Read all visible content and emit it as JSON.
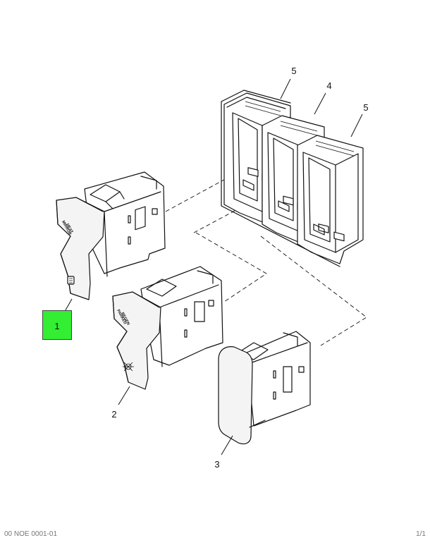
{
  "callouts": {
    "c1": "1",
    "c2": "2",
    "c3": "3",
    "c4": "4",
    "c5a": "5",
    "c5b": "5"
  },
  "switch_legends": {
    "part1_top_line1": "MIRROR",
    "part1_top_line2": "HEAT",
    "part2_top_line1": "PARKED",
    "part2_top_line2": "REGEN"
  },
  "footer": {
    "left": "00 NOE 0001-01",
    "right": "1/1"
  },
  "colors": {
    "highlight": "#33ee33",
    "line": "#111111"
  },
  "icons": {
    "part1_bottom": "mirror-heat-icon",
    "part2_bottom": "regen-icon"
  }
}
